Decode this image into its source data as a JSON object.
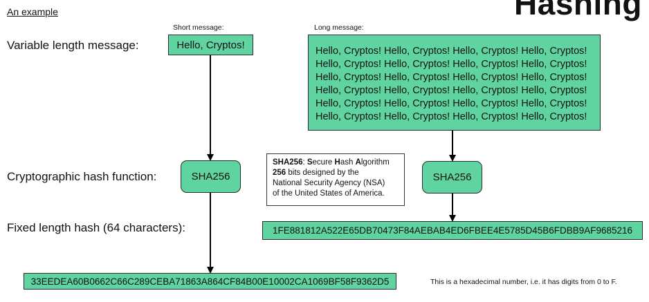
{
  "title": "Hashing",
  "subtitle": "An example",
  "row_labels": {
    "message": "Variable length message:",
    "function": "Cryptographic hash function:",
    "hash": "Fixed length hash (64 characters):"
  },
  "short_example": {
    "caption": "Short message:",
    "message": "Hello, Cryptos!",
    "function": "SHA256",
    "hash": "33EEDEA60B0662C66C289CEBA71863A864CF84B00E10002CA1069BF58F9362D5"
  },
  "long_example": {
    "caption": "Long message:",
    "message_lines": [
      "Hello, Cryptos! Hello, Cryptos! Hello, Cryptos! Hello, Cryptos!",
      "Hello, Cryptos! Hello, Cryptos! Hello, Cryptos! Hello, Cryptos!",
      "Hello, Cryptos! Hello, Cryptos! Hello, Cryptos! Hello, Cryptos!",
      "Hello, Cryptos! Hello, Cryptos! Hello, Cryptos! Hello, Cryptos!",
      "Hello, Cryptos! Hello, Cryptos! Hello, Cryptos! Hello, Cryptos!",
      "Hello, Cryptos! Hello, Cryptos! Hello, Cryptos! Hello, Cryptos!"
    ],
    "function": "SHA256",
    "hash": "1FE881812A522E65DB70473F84AEBAB4ED6FBEE4E5785D45B6FDBB9AF9685216"
  },
  "sha_note": {
    "line1": [
      {
        "text": "SHA256",
        "bold": true
      },
      {
        "text": ": ",
        "bold": false
      },
      {
        "text": "S",
        "bold": true
      },
      {
        "text": "ecure ",
        "bold": false
      },
      {
        "text": "H",
        "bold": true
      },
      {
        "text": "ash ",
        "bold": false
      },
      {
        "text": "A",
        "bold": true
      },
      {
        "text": "lgorithm",
        "bold": false
      }
    ],
    "line2": [
      {
        "text": "256",
        "bold": true
      },
      {
        "text": " bits designed by the",
        "bold": false
      }
    ],
    "line3": "National Security Agency (NSA)",
    "line4": "of the United States of America."
  },
  "hex_note": "This is a hexadecimal number, i.e. it has digits from 0 to F.",
  "colors": {
    "box_fill": "#5fd3a0",
    "box_border": "#2b2b2b",
    "arrow": "#000000"
  }
}
